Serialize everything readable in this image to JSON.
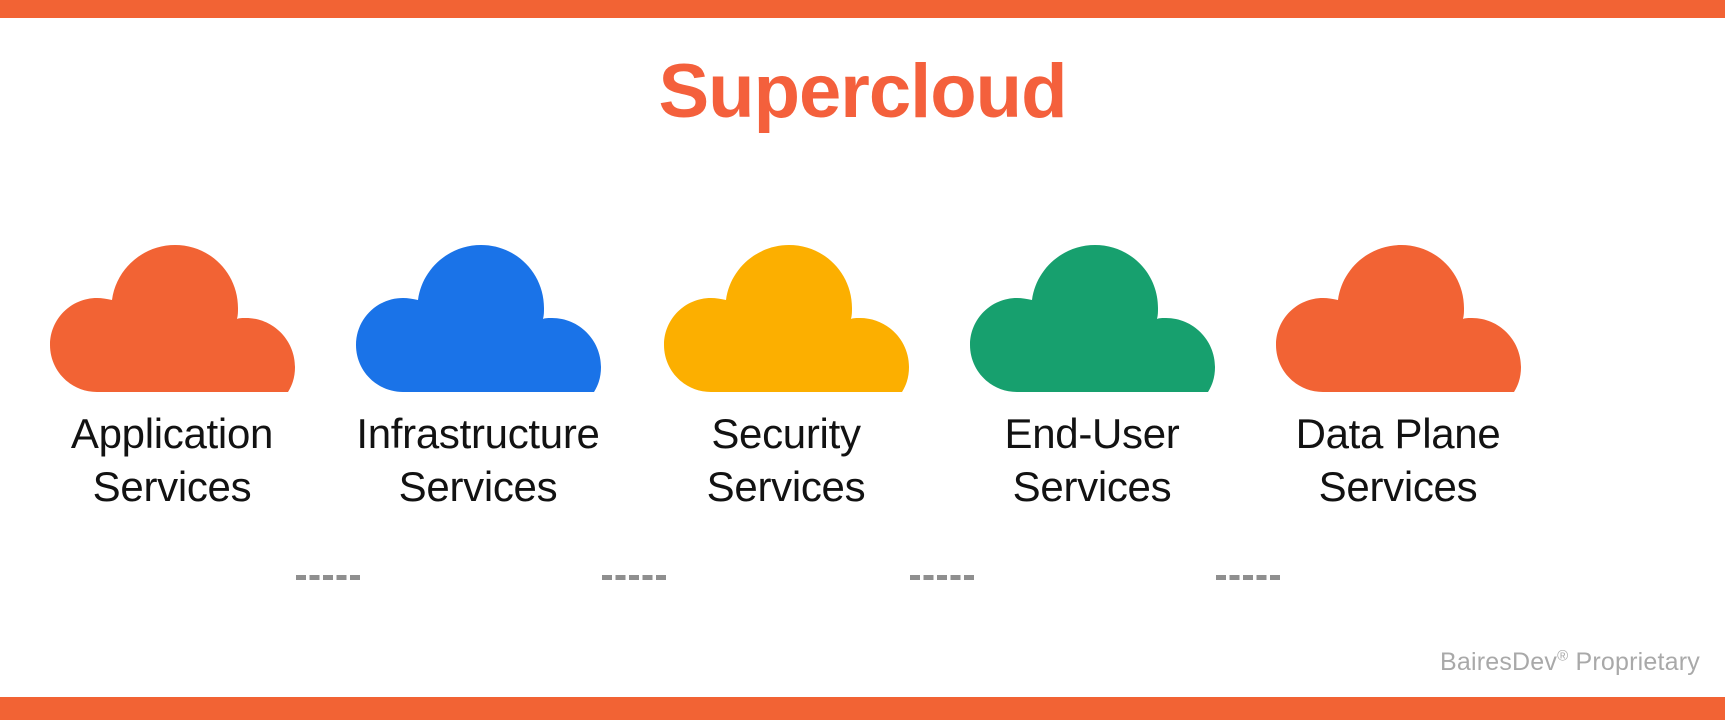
{
  "slide": {
    "title": "Supercloud",
    "background_color": "#FFFFFF",
    "accent_bar_color": "#F26334",
    "title_color": "#F4603C",
    "attribution": "BairesDev® Proprietary",
    "attribution_text": "BairesDev",
    "attribution_mark": "®",
    "attribution_suffix": " Proprietary",
    "attribution_color": "#A9A9A9",
    "connector_color": "#8F8F8F",
    "connector_style": "dashed"
  },
  "diagram": {
    "type": "cloud-row",
    "node_icon": "cloud-icon",
    "nodes": [
      {
        "id": "application-services",
        "icon": "cloud-icon",
        "color": "#F26334",
        "label_line_1": "Application",
        "label_line_2": "Services"
      },
      {
        "id": "infrastructure-services",
        "icon": "cloud-icon",
        "color": "#1A73E8",
        "label_line_1": "Infrastructure",
        "label_line_2": "Services"
      },
      {
        "id": "security-services",
        "icon": "cloud-icon",
        "color": "#FCAF00",
        "label_line_1": "Security",
        "label_line_2": "Services"
      },
      {
        "id": "end-user-services",
        "icon": "cloud-icon",
        "color": "#17A06E",
        "label_line_1": "End-User",
        "label_line_2": "Services"
      },
      {
        "id": "data-plane-services",
        "icon": "cloud-icon",
        "color": "#F26334",
        "label_line_1": "Data Plane",
        "label_line_2": "Services"
      }
    ]
  }
}
